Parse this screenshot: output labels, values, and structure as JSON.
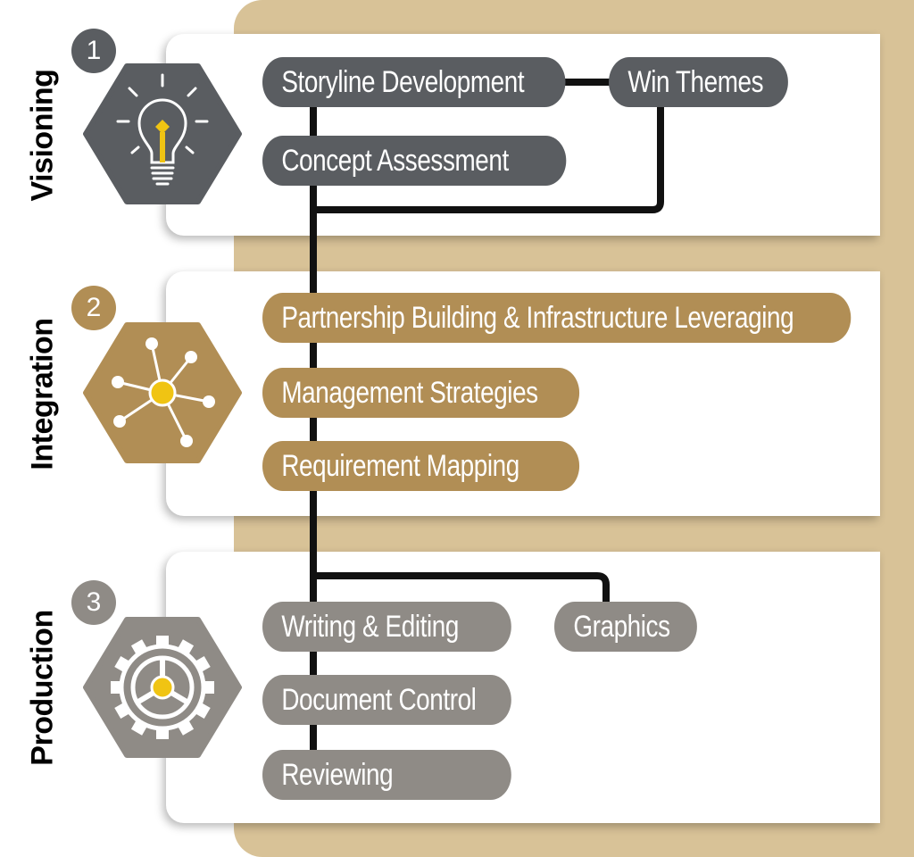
{
  "colors": {
    "dark_gray": "#5a5d61",
    "gold": "#b18e55",
    "light_gray": "#8f8b86",
    "tan_background": "#d8c297",
    "yellow_accent": "#f0c413"
  },
  "stages": [
    {
      "number": "1",
      "label": "Visioning",
      "icon": "lightbulb-icon",
      "items": [
        "Storyline Development",
        "Win Themes",
        "Concept Assessment"
      ]
    },
    {
      "number": "2",
      "label": "Integration",
      "icon": "network-hub-icon",
      "items": [
        "Partnership Building & Infrastructure Leveraging",
        "Management Strategies",
        "Requirement Mapping"
      ]
    },
    {
      "number": "3",
      "label": "Production",
      "icon": "gear-icon",
      "items": [
        "Writing & Editing",
        "Graphics",
        "Document Control",
        "Reviewing"
      ]
    }
  ]
}
